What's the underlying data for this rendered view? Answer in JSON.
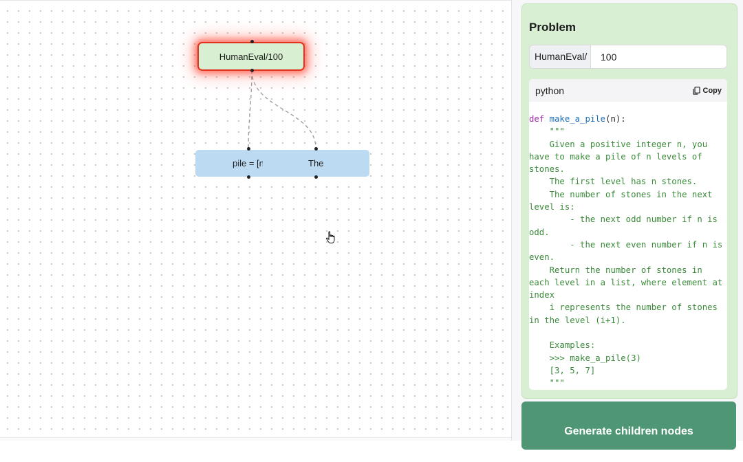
{
  "graph": {
    "root_node": {
      "label": "HumanEval/100"
    },
    "child_node": {
      "segment_1": "pile = [n",
      "segment_2": "The"
    }
  },
  "panel": {
    "title": "Problem",
    "problem_id": {
      "prefix": "HumanEval/",
      "value": "100"
    },
    "code": {
      "language": "python",
      "copy_label": "Copy",
      "kw": "def",
      "fn_name": "make_a_pile",
      "signature_rest": "(n):",
      "docstring": "    \"\"\"\n    Given a positive integer n, you have to make a pile of n levels of stones.\n    The first level has n stones.\n    The number of stones in the next level is:\n        - the next odd number if n is odd.\n        - the next even number if n is even.\n    Return the number of stones in each level in a list, where element at index\n    i represents the number of stones in the level (i+1).\n\n    Examples:\n    >>> make_a_pile(3)\n    [3, 5, 7]\n    \"\"\""
    },
    "generate_button": "Generate children nodes"
  }
}
